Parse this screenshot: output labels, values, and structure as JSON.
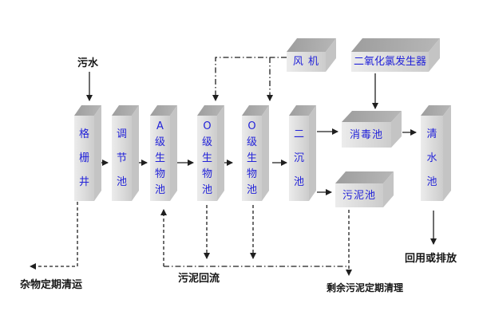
{
  "colors": {
    "tank_text": "#2323d9",
    "note_text": "#151515",
    "face_front_light": "#ececec",
    "face_front_dark": "#cccccc",
    "face_top": "#9d9d9d",
    "face_top_light": "#b7b7b7",
    "face_side": "#c4c4c4",
    "line": "#1f1f1f"
  },
  "flow": {
    "influent_label": "污水",
    "tanks": [
      {
        "id": "grid-well",
        "label": "格栅井"
      },
      {
        "id": "regulating-tank",
        "label": "调节池"
      },
      {
        "id": "a-stage-bio-tank",
        "label": "A级生物池"
      },
      {
        "id": "o-stage-bio-tank-1",
        "label": "O级生物池"
      },
      {
        "id": "o-stage-bio-tank-2",
        "label": "O级生物池"
      },
      {
        "id": "secondary-sedimentation-tank",
        "label": "二沉池"
      },
      {
        "id": "clear-water-tank",
        "label": "清水池"
      }
    ],
    "equipment": [
      {
        "id": "blower",
        "label": "风 机"
      },
      {
        "id": "chlorine-dioxide-generator",
        "label": "二氧化氯发生器"
      },
      {
        "id": "disinfection-tank",
        "label": "消毒池"
      },
      {
        "id": "sludge-tank",
        "label": "污泥池"
      }
    ],
    "notes": [
      {
        "id": "debris-removal",
        "text": "杂物定期清运"
      },
      {
        "id": "sludge-return",
        "text": "污泥回流"
      },
      {
        "id": "excess-sludge-disposal",
        "text": "剩余污泥定期清理"
      },
      {
        "id": "reuse-or-discharge",
        "text": "回用或排放"
      }
    ]
  }
}
